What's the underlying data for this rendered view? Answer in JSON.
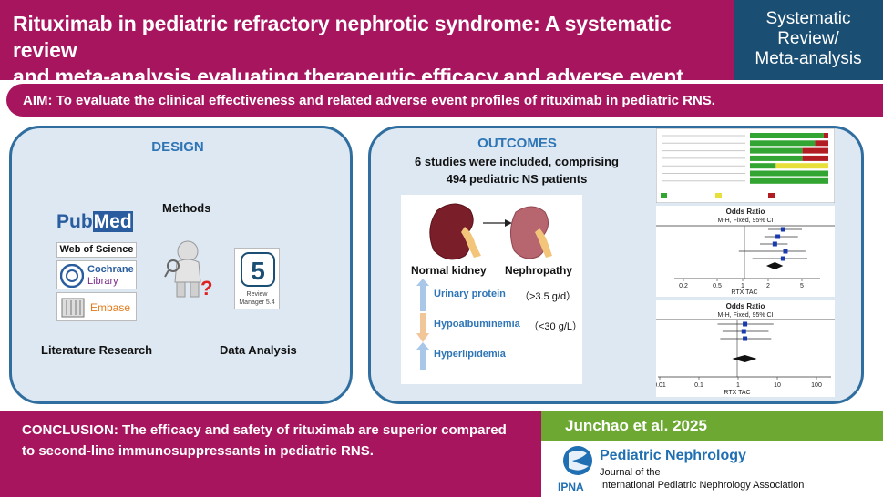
{
  "header": {
    "title_line1": "Rituximab in pediatric refractory nephrotic syndrome: A systematic review",
    "title_line2": "and meta-analysis evaluating therapeutic efficacy and adverse event profiles",
    "badge": [
      "Systematic",
      "Review/",
      "Meta-analysis"
    ]
  },
  "aim": {
    "prefix": "AIM",
    "text": ": To evaluate the clinical effectiveness and related adverse event profiles of rituximab in pediatric RNS."
  },
  "design": {
    "heading": "DESIGN",
    "methods_label": "Methods",
    "databases": {
      "pubmed_a": "Pub",
      "pubmed_b": "Med",
      "wos": "Web of Science",
      "cochrane_a": "Cochrane",
      "cochrane_b": "Library",
      "embase": "Embase"
    },
    "revman_a": "Review",
    "revman_b": "Manager 5.4",
    "lit_label": "Literature Research",
    "data_label": "Data Analysis"
  },
  "outcomes": {
    "heading": "OUTCOMES",
    "line1": "6 studies were included, comprising",
    "line2": "494 pediatric NS patients",
    "normal_kidney": "Normal kidney",
    "nephropathy": "Nephropathy",
    "measures": [
      {
        "name": "Urinary protein",
        "value": "（>3.5 g/d）"
      },
      {
        "name": "Hypoalbuminemia",
        "value": "（<30 g/L）"
      },
      {
        "name": "Hyperlipidemia",
        "value": ""
      }
    ]
  },
  "bias_chart": {
    "rows": [
      {
        "low": 0.94,
        "unclear": 0.0,
        "high": 0.06
      },
      {
        "low": 0.83,
        "unclear": 0.0,
        "high": 0.17
      },
      {
        "low": 0.67,
        "unclear": 0.0,
        "high": 0.33
      },
      {
        "low": 0.67,
        "unclear": 0.0,
        "high": 0.33
      },
      {
        "low": 0.33,
        "unclear": 0.67,
        "high": 0.0
      },
      {
        "low": 1.0,
        "unclear": 0.0,
        "high": 0.0
      },
      {
        "low": 1.0,
        "unclear": 0.0,
        "high": 0.0
      }
    ],
    "colors": {
      "low": "#33a532",
      "unclear": "#e8e03a",
      "high": "#b11d23"
    }
  },
  "forest1": {
    "title": "Odds Ratio",
    "subtitle": "M-H, Fixed, 95% CI",
    "ticks": [
      "0.2",
      "0.5",
      "1",
      "2",
      "5"
    ],
    "axis_caption": "RTX  TAC"
  },
  "forest2": {
    "title": "Odds Ratio",
    "subtitle": "M-H, Fixed, 95% CI",
    "ticks": [
      "0.01",
      "0.1",
      "1",
      "10",
      "100"
    ],
    "axis_caption": "RTX  TAC"
  },
  "conclusion": {
    "prefix": "CONCLUSION",
    "line1": ": The efficacy and safety of rituximab are superior compared",
    "line2": "to second-line immunosuppressants in pediatric RNS."
  },
  "footer": {
    "author": "Junchao et al. 2025",
    "journal_name": "Pediatric Nephrology",
    "journal_of": "Journal of the",
    "association": "International Pediatric Nephrology Association",
    "ipna": "IPNA"
  }
}
